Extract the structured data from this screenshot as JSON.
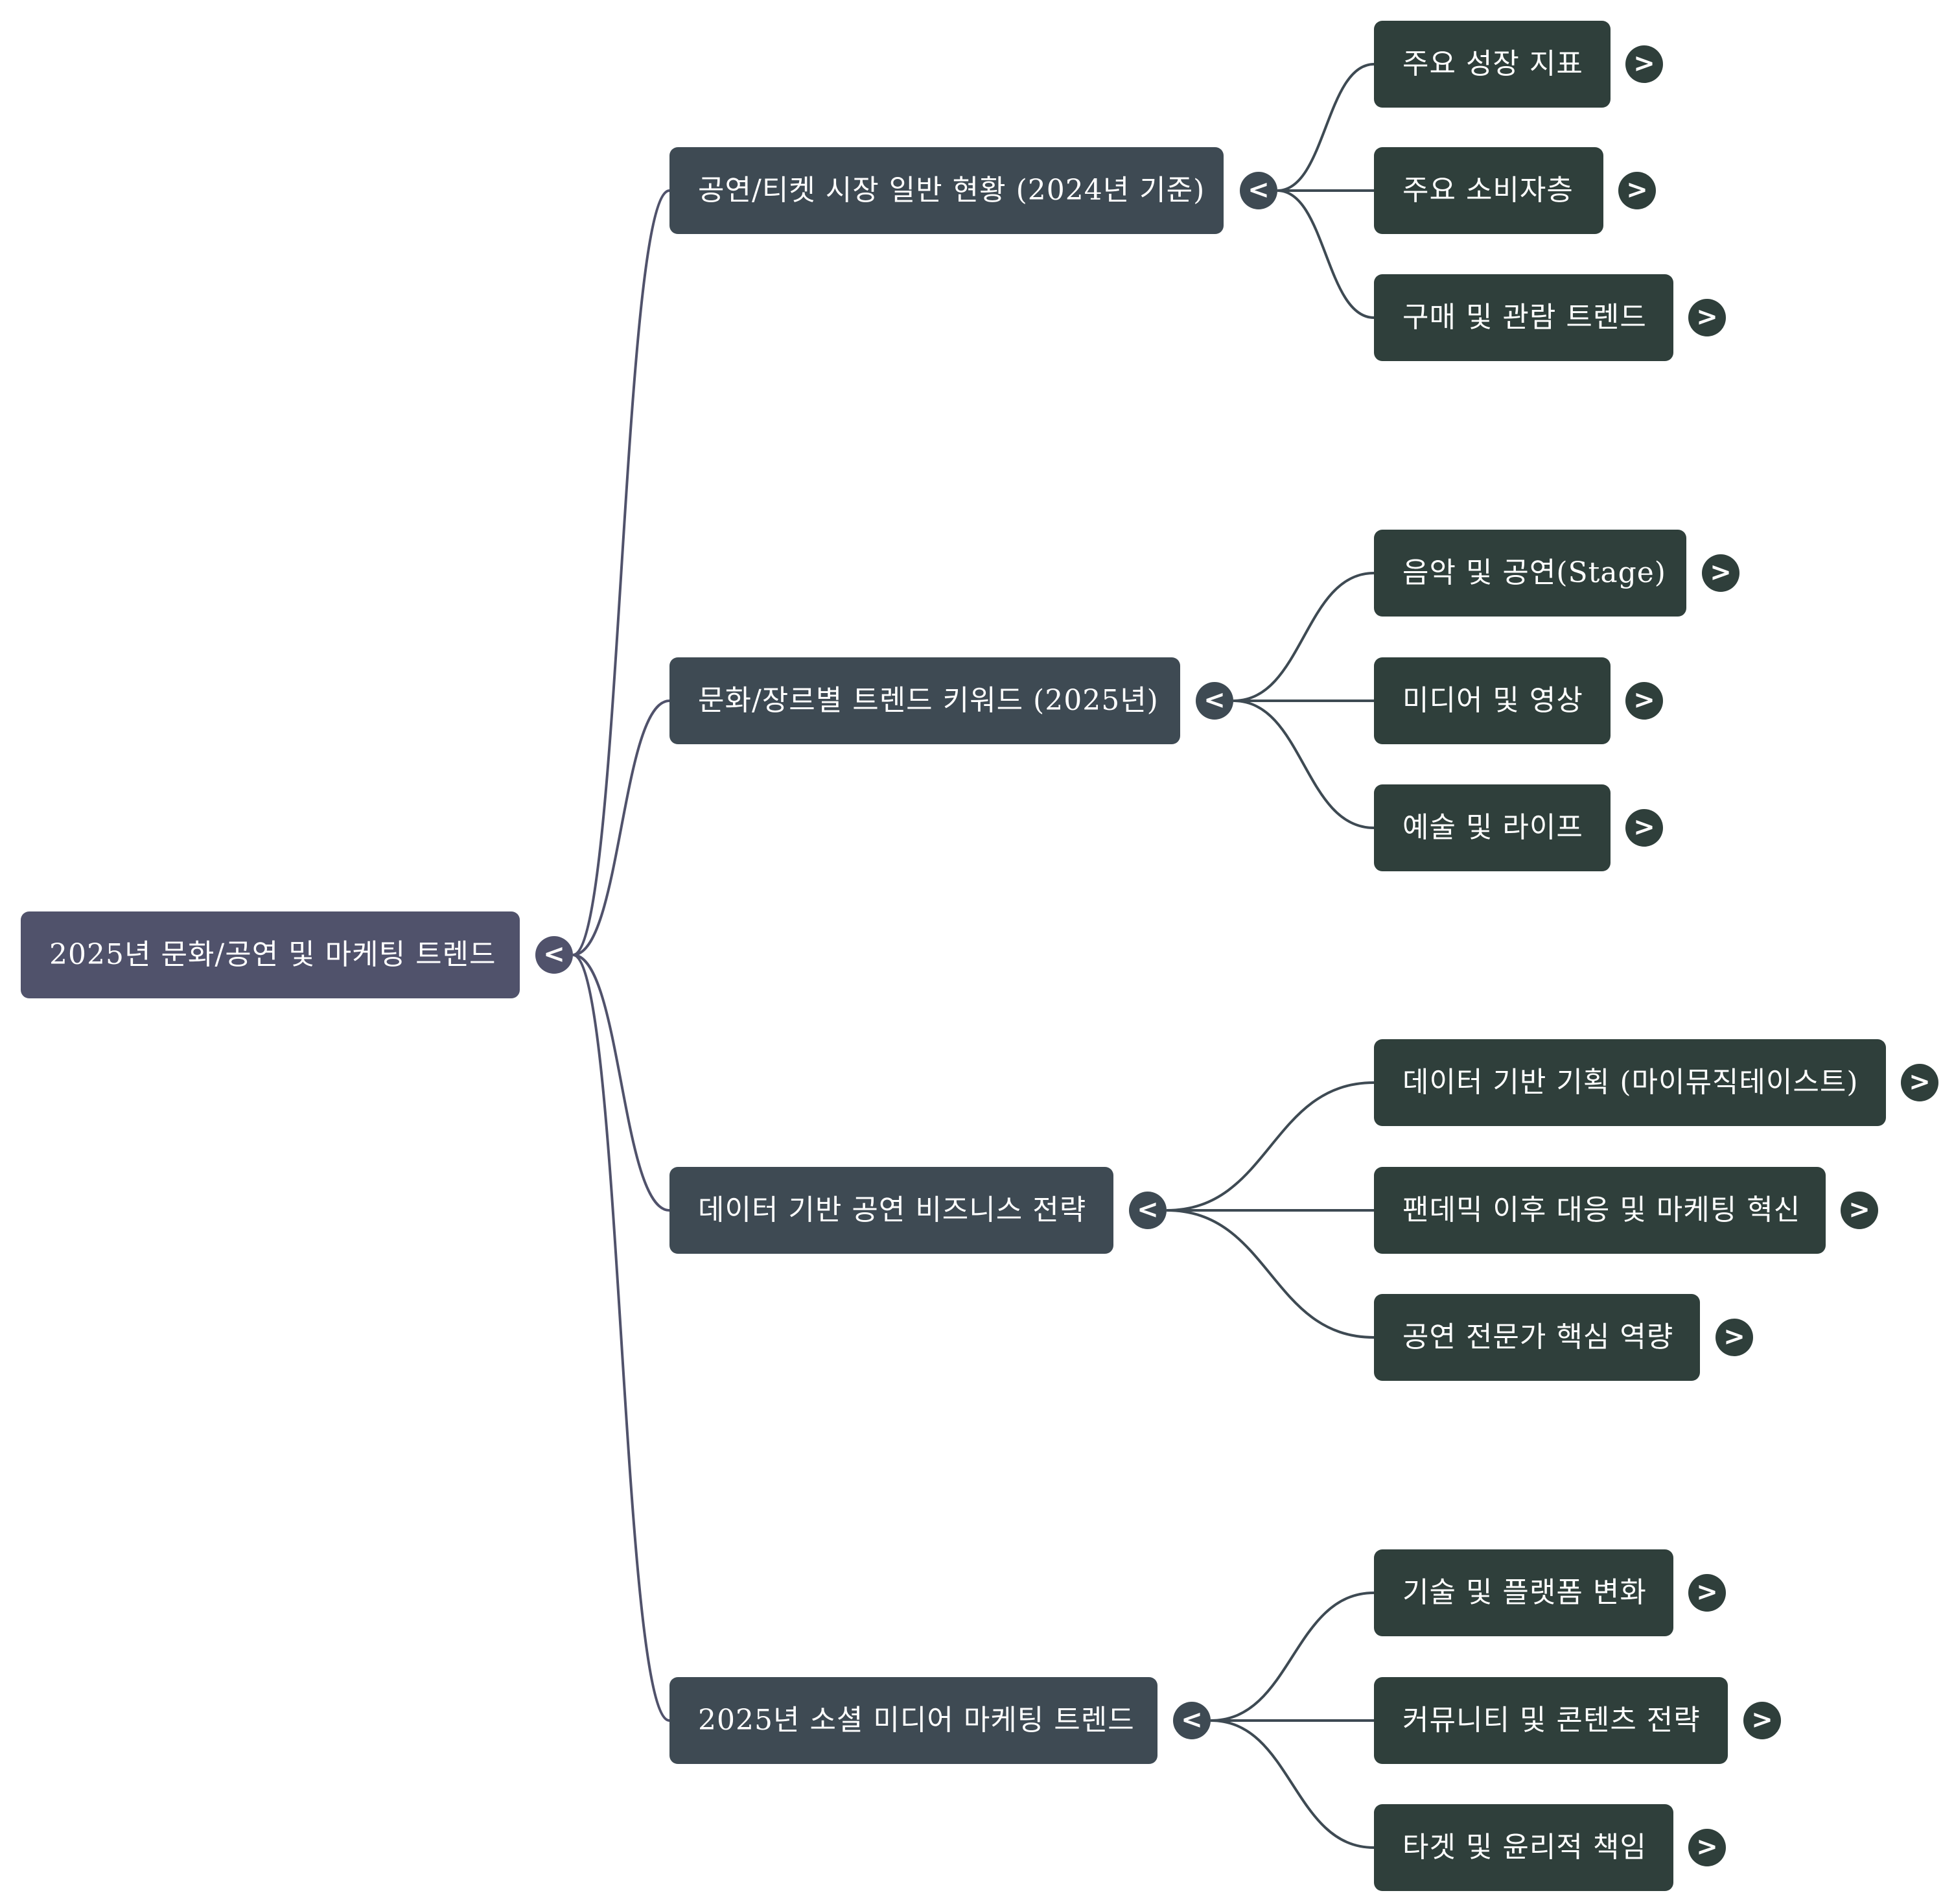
{
  "colors": {
    "root": "#50526b",
    "branch": "#3e4a53",
    "leaf": "#2f3f3b",
    "link_root": "#50526b",
    "link_branch": "#3e4a53"
  },
  "icons": {
    "collapse": "chevron-left-icon",
    "expand": "chevron-right-icon"
  },
  "root": {
    "label": "2025년 문화/공연 및 마케팅 트렌드",
    "toggle": "<"
  },
  "branches": [
    {
      "label": "공연/티켓 시장 일반 현황 (2024년 기준)",
      "toggle": "<",
      "children": [
        {
          "label": "주요 성장 지표",
          "toggle": ">"
        },
        {
          "label": "주요 소비자층",
          "toggle": ">"
        },
        {
          "label": "구매 및 관람 트렌드",
          "toggle": ">"
        }
      ]
    },
    {
      "label": "문화/장르별 트렌드 키워드 (2025년)",
      "toggle": "<",
      "children": [
        {
          "label": "음악 및 공연(Stage)",
          "toggle": ">"
        },
        {
          "label": "미디어 및 영상",
          "toggle": ">"
        },
        {
          "label": "예술 및 라이프",
          "toggle": ">"
        }
      ]
    },
    {
      "label": "데이터 기반 공연 비즈니스 전략",
      "toggle": "<",
      "children": [
        {
          "label": "데이터 기반 기획 (마이뮤직테이스트)",
          "toggle": ">"
        },
        {
          "label": "팬데믹 이후 대응 및 마케팅 혁신",
          "toggle": ">"
        },
        {
          "label": "공연 전문가 핵심 역량",
          "toggle": ">"
        }
      ]
    },
    {
      "label": "2025년 소셜 미디어 마케팅 트렌드",
      "toggle": "<",
      "children": [
        {
          "label": "기술 및 플랫폼 변화",
          "toggle": ">"
        },
        {
          "label": "커뮤니티 및 콘텐츠 전략",
          "toggle": ">"
        },
        {
          "label": "타겟 및 윤리적 책임",
          "toggle": ">"
        }
      ]
    }
  ]
}
